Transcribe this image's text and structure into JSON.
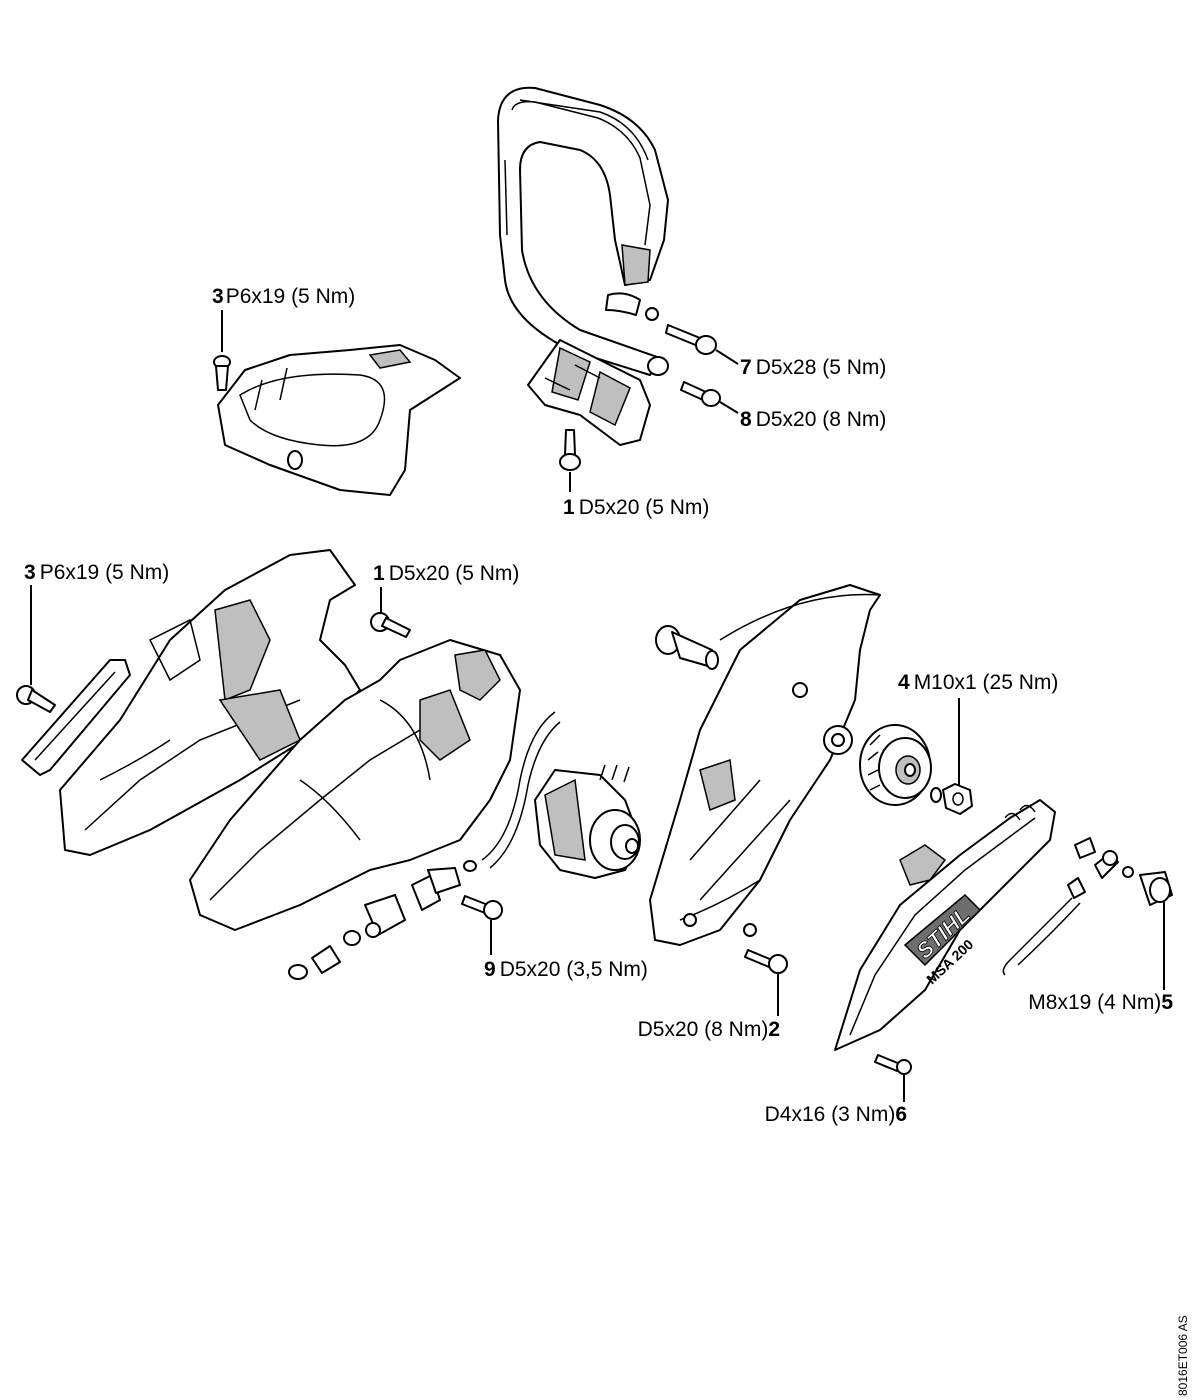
{
  "callouts": [
    {
      "id": "c3a",
      "num": "3",
      "spec": "P6x19 (5 Nm)"
    },
    {
      "id": "c7",
      "num": "7",
      "spec": "D5x28 (5 Nm)"
    },
    {
      "id": "c8",
      "num": "8",
      "spec": "D5x20 (8 Nm)"
    },
    {
      "id": "c1a",
      "num": "1",
      "spec": "D5x20 (5 Nm)"
    },
    {
      "id": "c3b",
      "num": "3",
      "spec": "P6x19 (5 Nm)"
    },
    {
      "id": "c1b",
      "num": "1",
      "spec": "D5x20 (5 Nm)"
    },
    {
      "id": "c4",
      "num": "4",
      "spec": "M10x1 (25 Nm)"
    },
    {
      "id": "c9",
      "num": "9",
      "spec": "D5x20 (3,5 Nm)"
    },
    {
      "id": "c2",
      "num": "2",
      "spec": "D5x20 (8 Nm)"
    },
    {
      "id": "c5",
      "num": "5",
      "spec": "M8x19 (4 Nm)"
    },
    {
      "id": "c6",
      "num": "6",
      "spec": "D4x16 (3 Nm)"
    }
  ],
  "brand_text": "STIHL",
  "model_text": "MSA 200",
  "drawing_code": "8016ET006 AS"
}
